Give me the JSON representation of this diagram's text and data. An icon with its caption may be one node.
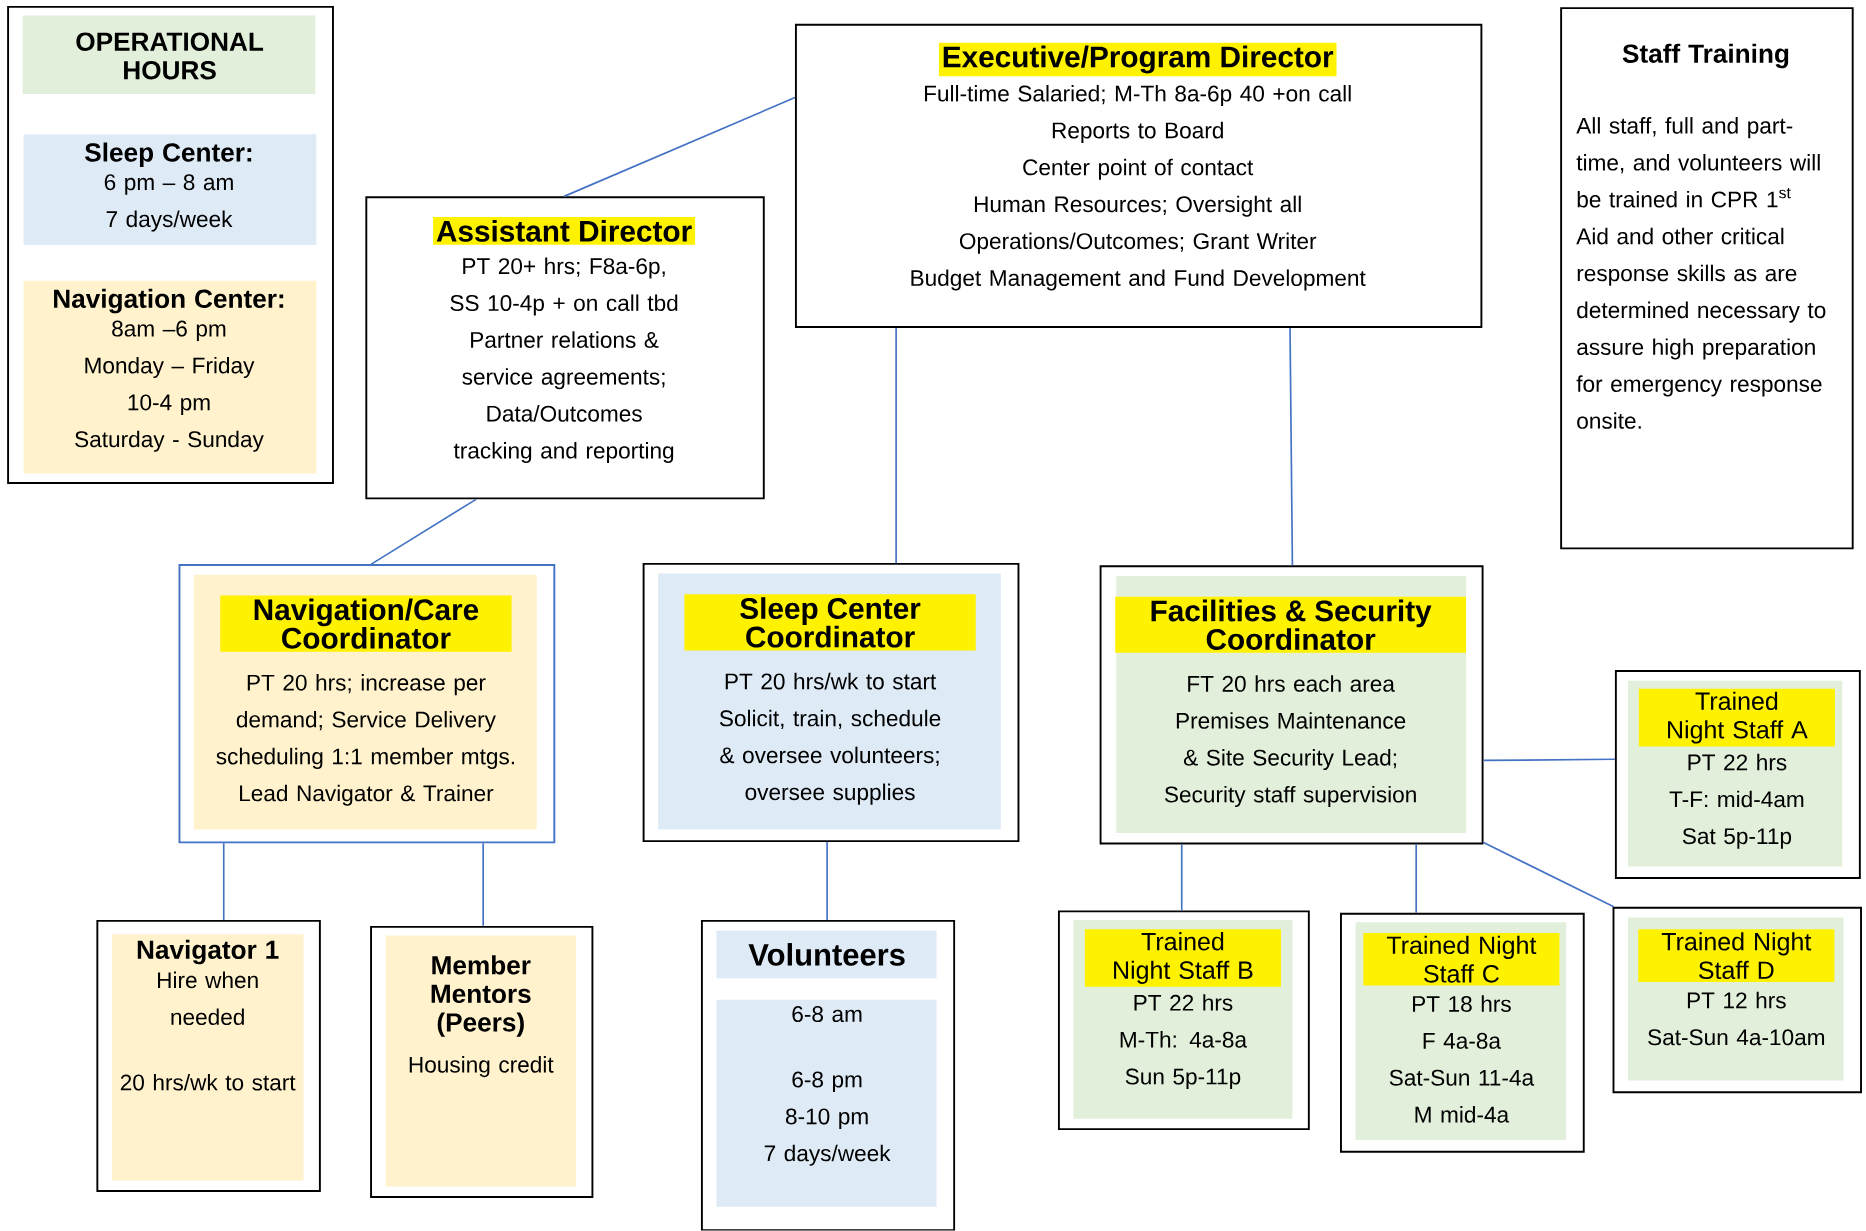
{
  "diagram": {
    "nodes": [
      {
        "text": [
          "OPERATIONAL HOURS"
        ]
      },
      {
        "text": [
          "Sleep Center:",
          "6 pm – 8 am",
          "7 days/week"
        ],
        "in": 0
      },
      {
        "text": [
          "Navigation Center:",
          "8am –6 pm",
          "Monday – Friday",
          "10-4 pm",
          "Saturday - Sunday"
        ],
        "in": 0
      },
      {
        "text": [
          "Executive/Program Director",
          "Full-time Salaried; M-Th 8a-6p 40 +on call",
          "Reports to Board",
          "Center point of contact",
          "Human Resources; Oversight all Operations/Outcomes; Grant Writer",
          "Budget Management and Fund Development"
        ]
      },
      {
        "text": [
          "Assistant Director",
          "PT 20+ hrs; F8a-6p, SS 10-4p + on call tbd",
          "Partner relations & service agreements;",
          "Data/Outcomes tracking and reporting"
        ]
      },
      {
        "text": [
          "Staff Training",
          "All staff, full and part-time, and volunteers will be trained in CPR 1$^{st}$ Aid and other critical response skills as are determined necessary to assure high preparation for emergency response onsite."
        ]
      },
      {
        "text": [
          "Navigation/Care Coordinator",
          "PT 20 hrs; increase per demand; Service Delivery scheduling 1:1 member mtgs.",
          "Lead Navigator & Trainer"
        ]
      },
      {
        "text": [
          "Sleep Center Coordinator",
          "PT 20 hrs/wk to start",
          "Solicit, train, schedule & oversee volunteers; oversee supplies"
        ]
      },
      {
        "text": [
          "Facilities & Security Coordinator",
          "FT 20 hrs each area",
          "Premises Maintenance & Site Security Lead;",
          "Security staff supervision"
        ]
      },
      {
        "text": [
          "Trained Night Staff A",
          "PT 22 hrs",
          "T-F: mid-4am",
          "Sat 5p-11p"
        ]
      },
      {
        "text": [
          "Navigator 1",
          "Hire when needed",
          "20 hrs/wk to start"
        ]
      },
      {
        "text": [
          "Member Mentors (Peers)",
          "Housing credit"
        ]
      },
      {
        "text": [
          "Volunteers",
          "6-8 am",
          "6-8 pm",
          "8-10 pm",
          "7 days/week"
        ]
      },
      {
        "text": [
          "Trained Night Staff B",
          "PT 22 hrs",
          "M-Th: 4a-8a",
          "Sun 5p-11p"
        ]
      },
      {
        "text": [
          "Trained Night Staff C",
          "PT 18 hrs",
          "F 4a-8a",
          "Sat-Sun 11-4a",
          "M mid-4a"
        ]
      },
      {
        "text": [
          "Trained Night Staff D",
          "PT 12 hrs",
          "Sat-Sun 4a-10am"
        ]
      }
    ],
    "edges": [
      {
        "from": 3,
        "to": 4,
        "arrow": "none"
      },
      {
        "from": 3,
        "to": 7,
        "arrow": "none"
      },
      {
        "from": 3,
        "to": 8,
        "arrow": "none"
      },
      {
        "from": 4,
        "to": 6,
        "arrow": "none"
      },
      {
        "from": 6,
        "to": 10,
        "arrow": "none"
      },
      {
        "from": 6,
        "to": 11,
        "arrow": "none"
      },
      {
        "from": 7,
        "to": 12,
        "arrow": "none"
      },
      {
        "from": 8,
        "to": 13,
        "arrow": "none"
      },
      {
        "from": 8,
        "to": 14,
        "arrow": "none"
      },
      {
        "from": 8,
        "to": 9,
        "arrow": "none"
      },
      {
        "from": 8,
        "to": 15,
        "arrow": "none"
      }
    ]
  }
}
